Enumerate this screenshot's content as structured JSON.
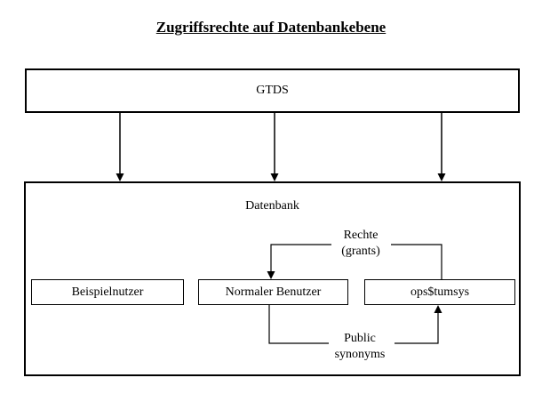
{
  "diagram": {
    "title": "Zugriffsrechte auf Datenbankebene",
    "gtds_box_label": "GTDS",
    "datenbank_box_label": "Datenbank",
    "nodes": {
      "beispielnutzer": "Beispielnutzer",
      "normaler_benutzer": "Normaler Benutzer",
      "ops_tumsys": "ops$tumsys"
    },
    "edge_labels": {
      "rechte_line1": "Rechte",
      "rechte_line2": "(grants)",
      "public_line1": "Public",
      "public_line2": "synonyms"
    },
    "colors": {
      "line": "#000000",
      "background": "#ffffff"
    }
  }
}
